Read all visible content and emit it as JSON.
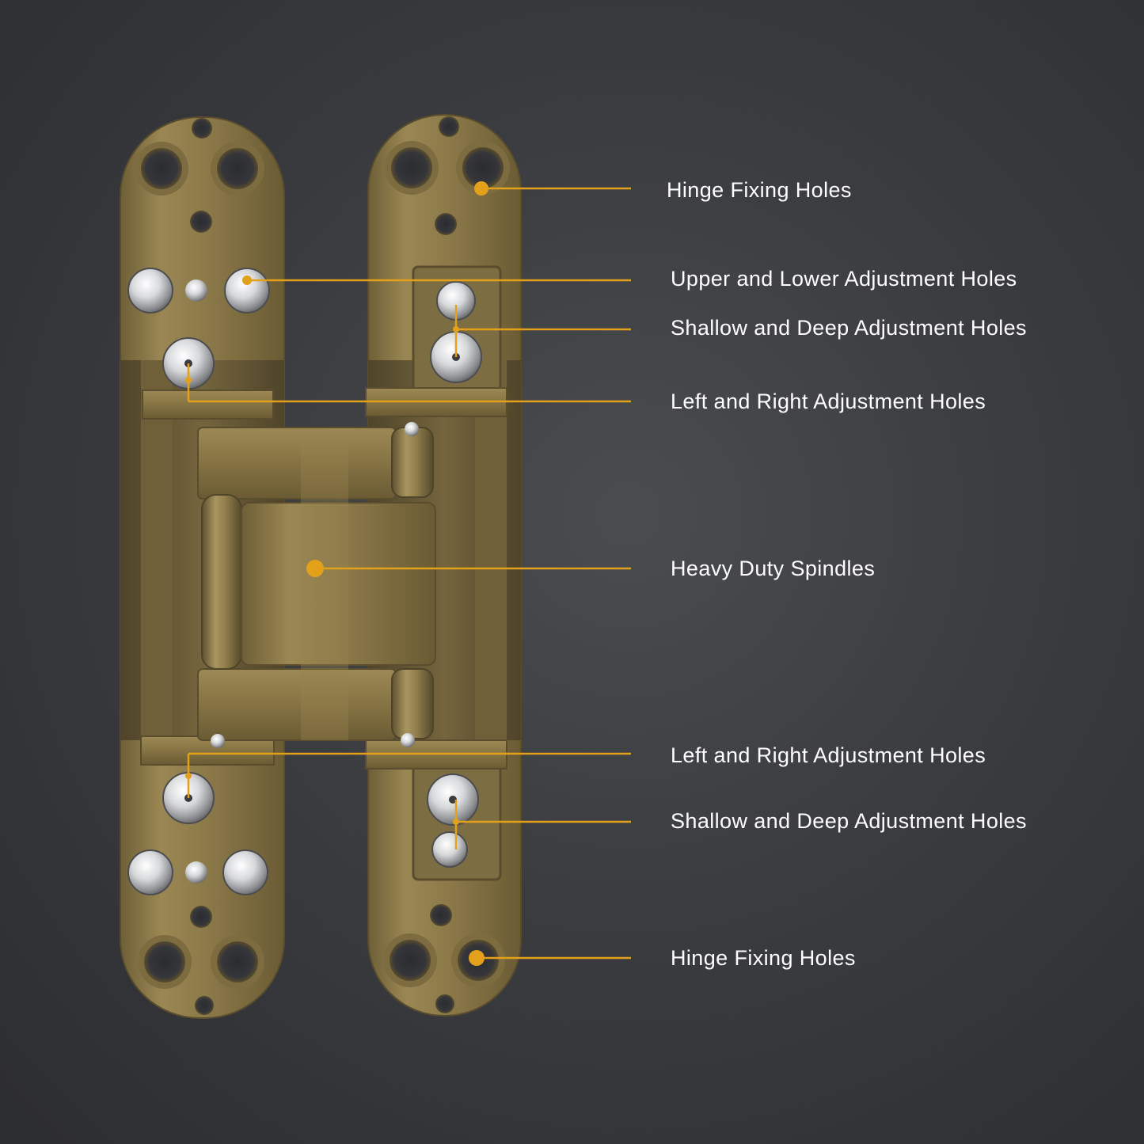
{
  "colors": {
    "background": "#3a3c40",
    "brass": "#8c7a4a",
    "brass_light": "#a8955f",
    "brass_dark": "#5e5030",
    "steel": "#d8dadc",
    "accent": "#e3a01b",
    "label_text": "#ffffff"
  },
  "callouts": [
    {
      "id": "hinge-fixing-holes-top",
      "label": "Hinge Fixing Holes"
    },
    {
      "id": "upper-lower-adjustment-holes",
      "label": "Upper and Lower Adjustment Holes"
    },
    {
      "id": "shallow-deep-adjustment-holes-top",
      "label": "Shallow and Deep Adjustment Holes"
    },
    {
      "id": "left-right-adjustment-holes-top",
      "label": "Left and Right Adjustment Holes"
    },
    {
      "id": "heavy-duty-spindles",
      "label": "Heavy Duty Spindles"
    },
    {
      "id": "left-right-adjustment-holes-bottom",
      "label": "Left and Right Adjustment Holes"
    },
    {
      "id": "shallow-deep-adjustment-holes-bottom",
      "label": "Shallow and Deep Adjustment Holes"
    },
    {
      "id": "hinge-fixing-holes-bottom",
      "label": "Hinge Fixing Holes"
    }
  ]
}
